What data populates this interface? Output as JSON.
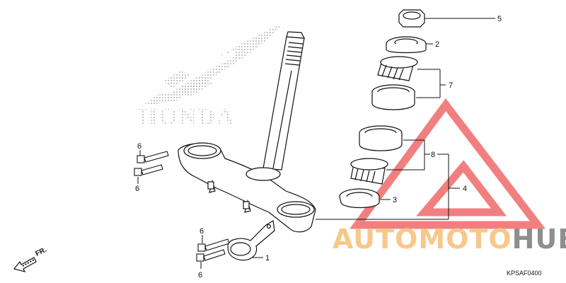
{
  "diagram": {
    "callouts": [
      "5",
      "2",
      "7",
      "8",
      "4",
      "3",
      "1",
      "6",
      "6",
      "6",
      "6"
    ],
    "front_arrow_label": "FR.",
    "brand_backdrop": "HONDA",
    "part_code": "KPSAF0400"
  },
  "watermark": {
    "part1": "AUTOMOTO",
    "part2": "HUB",
    "colors": {
      "triangle": "#f06060",
      "text1": "#f7c88a",
      "text2": "#8e8e8e"
    }
  }
}
